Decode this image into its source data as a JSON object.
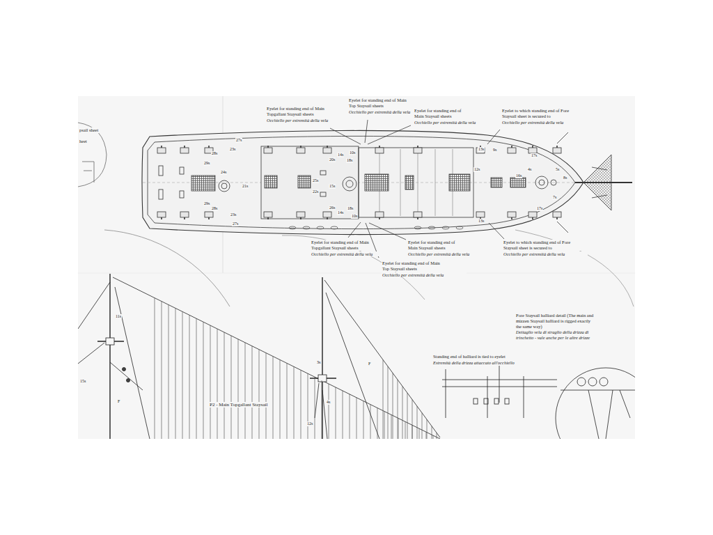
{
  "diagram": {
    "labels": [
      "psail sheet",
      "heet",
      "Eyelet for standing end of Main Topgallant Staysail sheets",
      "Occhiello per estremità della vela",
      "Eyelet for standing end of Main Top Staysail sheets",
      "Occhiello per estremità della vela",
      "Eyelet for standing end of Main Staysail sheets",
      "Occhiello per estremità della vela",
      "Eyelet to which standing end of Fore Staysail sheet is secured to",
      "Occhiello per estremità della vela",
      "Eyelet for standing end of Main Topgallant Staysail sheets",
      "Occhiello per estremità della vela",
      "Eyelet for standing end of Main Staysail sheets",
      "Occhiello per estremità della vela",
      "Eyelet for standing end of Main Top Staysail sheets",
      "Occhiello per estremità della vela",
      "Eyelet to which standing end of Fore Staysail sheet is secured to",
      "Occhiello per estremità della vela",
      "27s",
      "23s",
      "28s",
      "29s",
      "24s",
      "21s",
      "20s",
      "14s",
      "18s",
      "10s",
      "25s",
      "15s",
      "22s",
      "13s",
      "9s",
      "17s",
      "12s",
      "16s",
      "4s",
      "5s",
      "8s",
      "29s",
      "28s",
      "23s",
      "27s",
      "26s",
      "14s",
      "18s",
      "10s",
      "13s",
      "17s",
      "7s",
      "11s",
      "15s",
      "F",
      "P2 - Main Topgallant Staysail",
      "3s",
      "F",
      "4s",
      "12s",
      "Fore Staysail halliard detail (The main and mizzen Staysail halliard is rigged exactly the same way)",
      "Dettaglio vela di straglio della drizza di trinchetto - vale anche per le altre drizze",
      "Standing end of halliard is tied to eyelet",
      "Estremità della drizza attaccato all'occhiello"
    ]
  }
}
